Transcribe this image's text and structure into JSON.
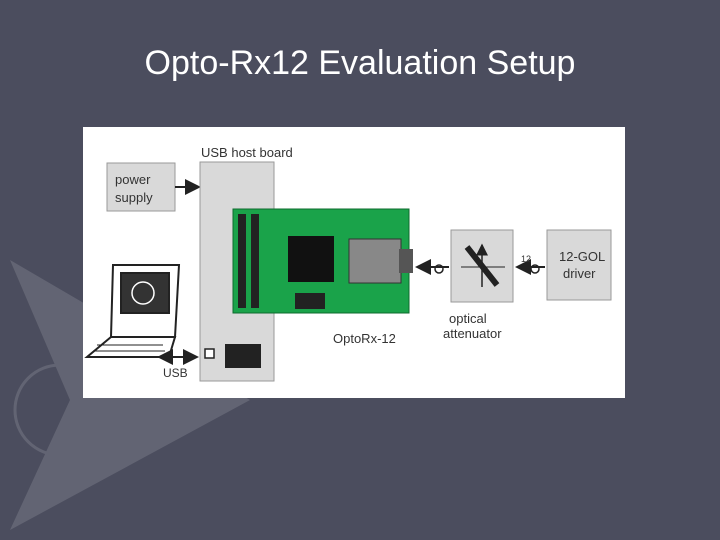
{
  "slide": {
    "title": "Opto-Rx12 Evaluation Setup"
  },
  "diagram": {
    "usb_host_board": "USB host board",
    "power_supply_line1": "power",
    "power_supply_line2": "supply",
    "usb_label": "USB",
    "optorx_label": "OptoRx-12",
    "attenuator_line1": "optical",
    "attenuator_line2": "attenuator",
    "driver_line1": "12-GOL",
    "driver_line2": "driver",
    "fiber_count": "12"
  },
  "colors": {
    "background": "#4b4d5e",
    "pcb_green": "#1aa34a",
    "box_gray": "#d9d9d9"
  }
}
